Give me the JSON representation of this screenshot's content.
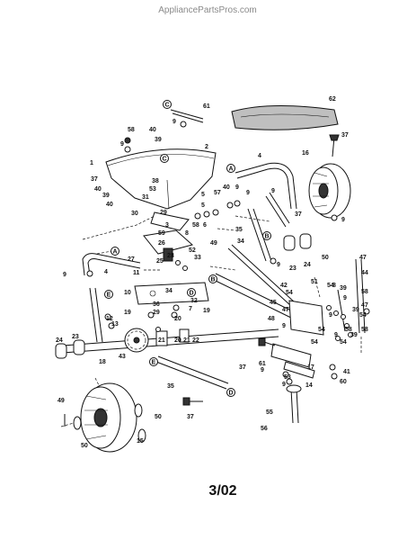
{
  "watermark": "AppliancePartsPros.com",
  "footer": "3/02",
  "connectors": [
    "A",
    "B",
    "C",
    "D",
    "E"
  ],
  "callouts": [
    "1",
    "2",
    "3",
    "4",
    "5",
    "6",
    "7",
    "8",
    "9",
    "10",
    "11",
    "12",
    "13",
    "14",
    "15",
    "16",
    "17",
    "18",
    "19",
    "20",
    "21",
    "22",
    "23",
    "24",
    "25",
    "26",
    "27",
    "28",
    "29",
    "30",
    "31",
    "32",
    "33",
    "34",
    "35",
    "36",
    "37",
    "38",
    "39",
    "40",
    "41",
    "42",
    "43",
    "44",
    "45",
    "46",
    "47",
    "48",
    "49",
    "50",
    "51",
    "52",
    "53",
    "54",
    "55",
    "56",
    "57",
    "58",
    "59",
    "60",
    "61",
    "62"
  ]
}
